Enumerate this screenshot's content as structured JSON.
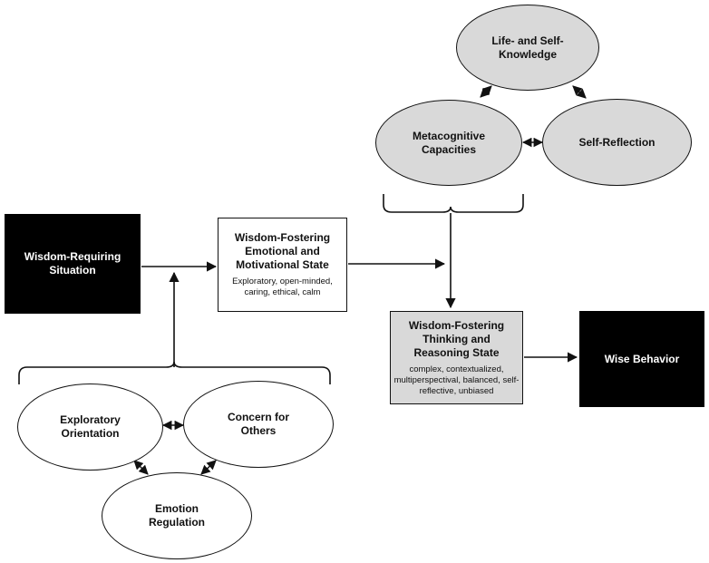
{
  "nodes": {
    "situation": {
      "title": "Wisdom-Requiring Situation"
    },
    "emotional_state": {
      "title": "Wisdom-Fostering Emotional and Motivational State",
      "subtitle": "Exploratory, open-minded, caring, ethical, calm"
    },
    "thinking_state": {
      "title": "Wisdom-Fostering Thinking and Reasoning State",
      "subtitle": "complex, contextualized, multiperspectival, balanced, self-reflective, unbiased"
    },
    "wise_behavior": {
      "title": "Wise Behavior"
    },
    "life_knowledge": {
      "title": "Life- and Self-Knowledge"
    },
    "metacognitive": {
      "title": "Metacognitive Capacities"
    },
    "self_reflection": {
      "title": "Self-Reflection"
    },
    "exploratory": {
      "title": "Exploratory Orientation"
    },
    "concern": {
      "title": "Concern for Others"
    },
    "emotion_regulation": {
      "title": "Emotion Regulation"
    }
  },
  "colors": {
    "black_box": "#000000",
    "gray_fill": "#d9d9d9",
    "line": "#111111"
  }
}
